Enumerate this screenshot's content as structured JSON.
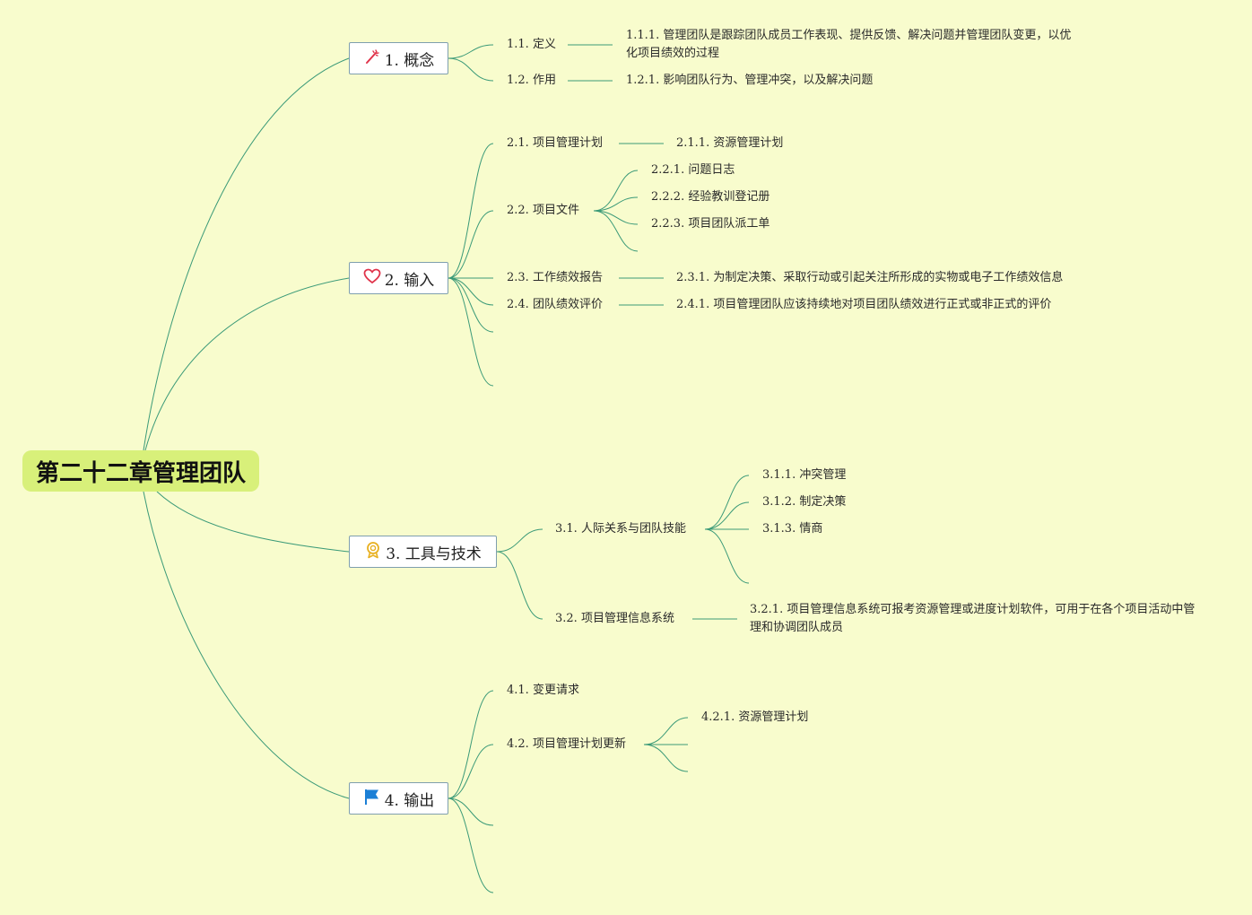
{
  "root": {
    "title": "第二十二章管理团队"
  },
  "branches": {
    "b1": {
      "label": "1. 概念",
      "icon": "magic-wand-icon",
      "c1": {
        "label": "1.1. 定义",
        "d1": "1.1.1. 管理团队是跟踪团队成员工作表现、提供反馈、解决问题并管理团队变更，以优化项目绩效的过程"
      },
      "c2": {
        "label": "1.2. 作用",
        "d1": "1.2.1. 影响团队行为、管理冲突，以及解决问题"
      }
    },
    "b2": {
      "label": "2. 输入",
      "icon": "heart-icon",
      "c1": {
        "label": "2.1. 项目管理计划",
        "d1": "2.1.1. 资源管理计划"
      },
      "c2": {
        "label": "2.2. 项目文件",
        "d1": "2.2.1. 问题日志",
        "d2": "2.2.2. 经验教训登记册",
        "d3": "2.2.3. 项目团队派工单"
      },
      "c3": {
        "label": "2.3. 工作绩效报告",
        "d1": "2.3.1. 为制定决策、采取行动或引起关注所形成的实物或电子工作绩效信息"
      },
      "c4": {
        "label": "2.4. 团队绩效评价",
        "d1": "2.4.1. 项目管理团队应该持续地对项目团队绩效进行正式或非正式的评价"
      }
    },
    "b3": {
      "label": "3. 工具与技术",
      "icon": "award-badge-icon",
      "c1": {
        "label": "3.1. 人际关系与团队技能",
        "d1": "3.1.1. 冲突管理",
        "d2": "3.1.2. 制定决策",
        "d3": "3.1.3. 情商"
      },
      "c2": {
        "label": "3.2. 项目管理信息系统",
        "d1": "3.2.1. 项目管理信息系统可报考资源管理或进度计划软件，可用于在各个项目活动中管理和协调团队成员"
      }
    },
    "b4": {
      "label": "4. 输出",
      "icon": "flag-icon",
      "c1": {
        "label": "4.1. 变更请求"
      },
      "c2": {
        "label": "4.2. 项目管理计划更新",
        "d1": "4.2.1. 资源管理计划"
      }
    }
  },
  "colors": {
    "background": "#f8fccd",
    "root_fill": "#d8f07a",
    "link": "#3b9a78",
    "branch_border": "#7f9fae",
    "heart": "#e0334a",
    "flag": "#1b7fd6",
    "badge": "#e8b020",
    "wand": "#e0334a"
  }
}
